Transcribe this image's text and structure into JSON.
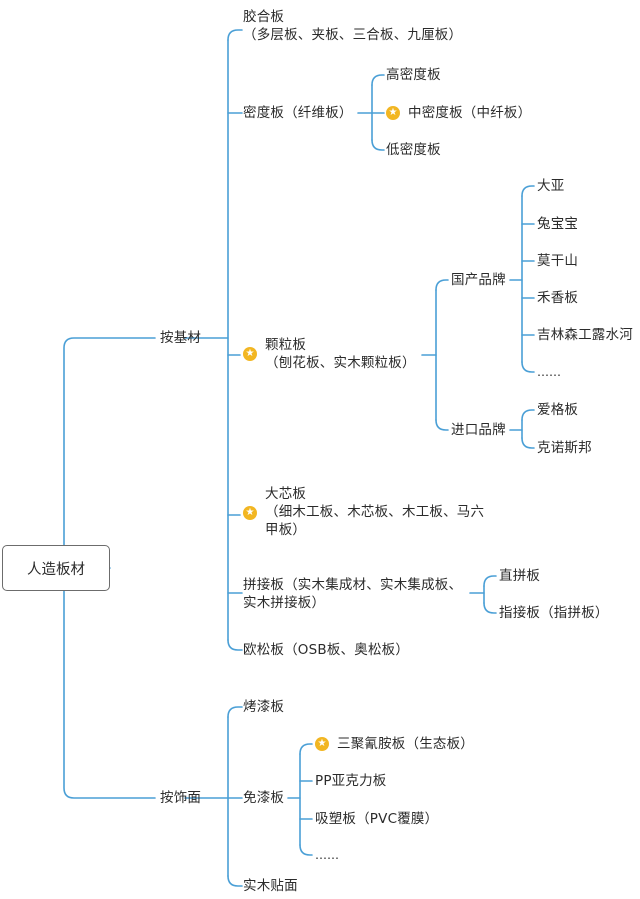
{
  "root": {
    "label": "人造板材"
  },
  "by_substrate": {
    "label": "按基材",
    "plywood": {
      "title": "胶合板",
      "sub": "（多层板、夹板、三合板、九厘板）"
    },
    "density_board": {
      "label": "密度板（纤维板）",
      "items": [
        {
          "label": "高密度板",
          "starred": false
        },
        {
          "label": "中密度板（中纤板）",
          "starred": true
        },
        {
          "label": "低密度板",
          "starred": false
        }
      ]
    },
    "particle_board": {
      "title": "颗粒板",
      "sub": "（刨花板、实木颗粒板）",
      "starred": true,
      "domestic": {
        "label": "国产品牌",
        "items": [
          "大亚",
          "兔宝宝",
          "莫干山",
          "禾香板",
          "吉林森工露水河",
          "……"
        ]
      },
      "imported": {
        "label": "进口品牌",
        "items": [
          "爱格板",
          "克诺斯邦"
        ]
      }
    },
    "blockboard": {
      "title": "大芯板",
      "sub1": "（细木工板、木芯板、木工板、马六",
      "sub2": "甲板）",
      "starred": true
    },
    "finger_joint": {
      "line1": "拼接板（实木集成材、实木集成板、",
      "line2": "实木拼接板）",
      "items": [
        "直拼板",
        "指接板（指拼板）"
      ]
    },
    "osb": {
      "label": "欧松板（OSB板、奥松板）"
    }
  },
  "by_finish": {
    "label": "按饰面",
    "lacquer": {
      "label": "烤漆板"
    },
    "paint_free": {
      "label": "免漆板",
      "items": [
        {
          "label": "三聚氰胺板（生态板）",
          "starred": true
        },
        {
          "label": "PP亚克力板",
          "starred": false
        },
        {
          "label": "吸塑板（PVC覆膜）",
          "starred": false
        },
        {
          "label": "……",
          "starred": false
        }
      ]
    },
    "veneer": {
      "label": "实木贴面"
    }
  },
  "colors": {
    "connector": "#4a9fd6",
    "star": "#f2b622",
    "text": "#2b2b2b"
  },
  "icons": {
    "star": "star-icon"
  }
}
